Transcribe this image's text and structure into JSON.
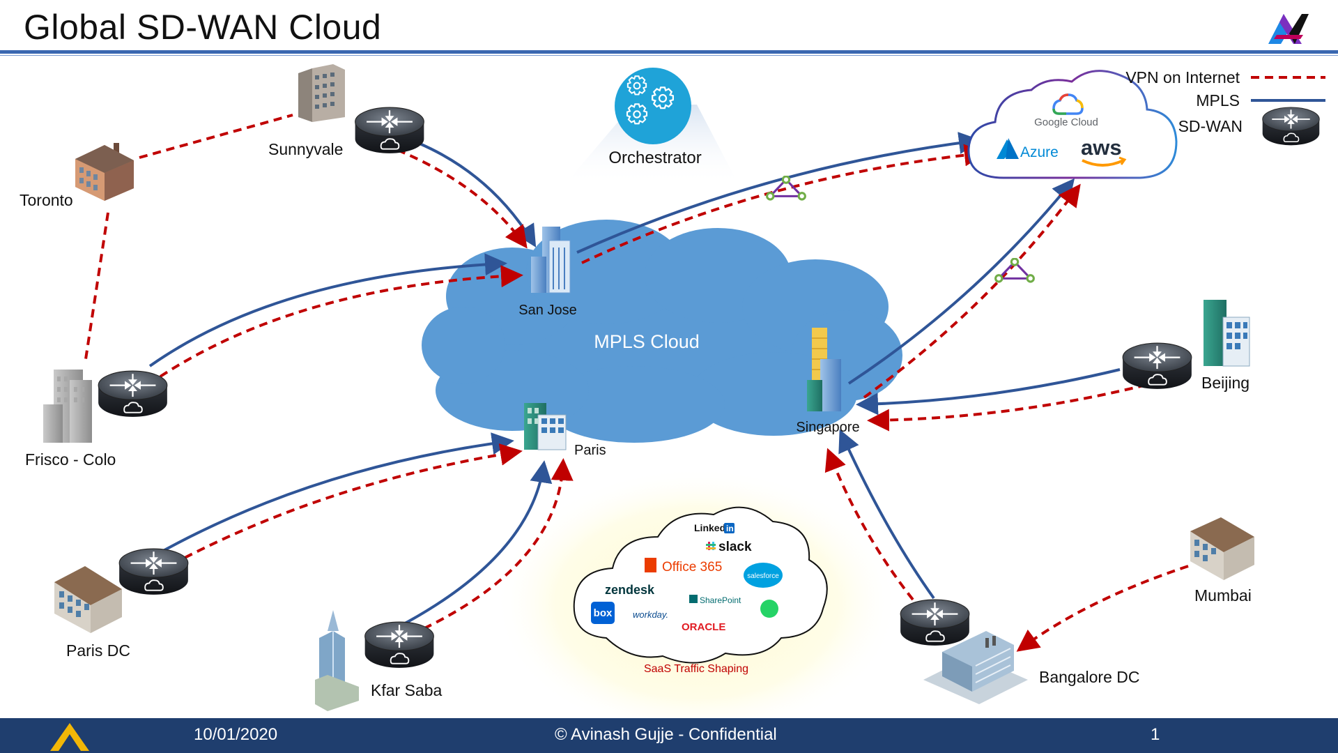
{
  "header": {
    "title": "Global SD-WAN Cloud"
  },
  "legend": {
    "vpn": "VPN on Internet",
    "mpls": "MPLS",
    "sdwan": "SD-WAN"
  },
  "center": {
    "orchestrator": "Orchestrator",
    "mpls_cloud": "MPLS Cloud"
  },
  "sites": {
    "toronto": "Toronto",
    "sunnyvale": "Sunnyvale",
    "san_jose": "San Jose",
    "frisco": "Frisco - Colo",
    "paris": "Paris",
    "paris_dc": "Paris DC",
    "kfar_saba": "Kfar Saba",
    "singapore": "Singapore",
    "beijing": "Beijing",
    "mumbai": "Mumbai",
    "bangalore": "Bangalore DC"
  },
  "public_cloud": {
    "google": "Google Cloud",
    "azure": "Azure",
    "aws": "aws"
  },
  "saas": {
    "linkedin": "Linked",
    "linkedin_in": "in",
    "slack": "slack",
    "office": "Office 365",
    "salesforce": "salesforce",
    "zendesk": "zendesk",
    "box": "box",
    "workday": "workday.",
    "sharepoint": "SharePoint",
    "oracle": "ORACLE",
    "caption": "SaaS Traffic Shaping"
  },
  "footer": {
    "date": "10/01/2020",
    "copyright": "© Avinash Gujje - Confidential",
    "page": "1"
  },
  "colors": {
    "vpn": "#c00000",
    "mpls": "#2f5597",
    "mpls_cloud": "#5b9bd5",
    "footer": "#1f3e6e"
  }
}
